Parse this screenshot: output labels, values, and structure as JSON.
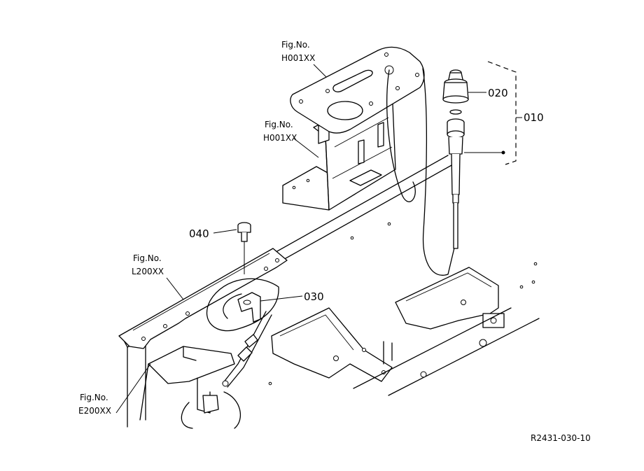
{
  "diagram": {
    "figure_refs": [
      {
        "id": "h001xx-top",
        "line1": "Fig.No.",
        "line2": "H001XX"
      },
      {
        "id": "h001xx-mid",
        "line1": "Fig.No.",
        "line2": "H001XX"
      },
      {
        "id": "l200xx",
        "line1": "Fig.No.",
        "line2": "L200XX"
      },
      {
        "id": "e200xx",
        "line1": "Fig.No.",
        "line2": "E200XX"
      }
    ],
    "part_numbers": {
      "p010": "010",
      "p020": "020",
      "p030": "030",
      "p040": "040"
    },
    "drawing_code": "R2431-030-10",
    "colors": {
      "line": "#000000",
      "background": "#ffffff"
    }
  }
}
